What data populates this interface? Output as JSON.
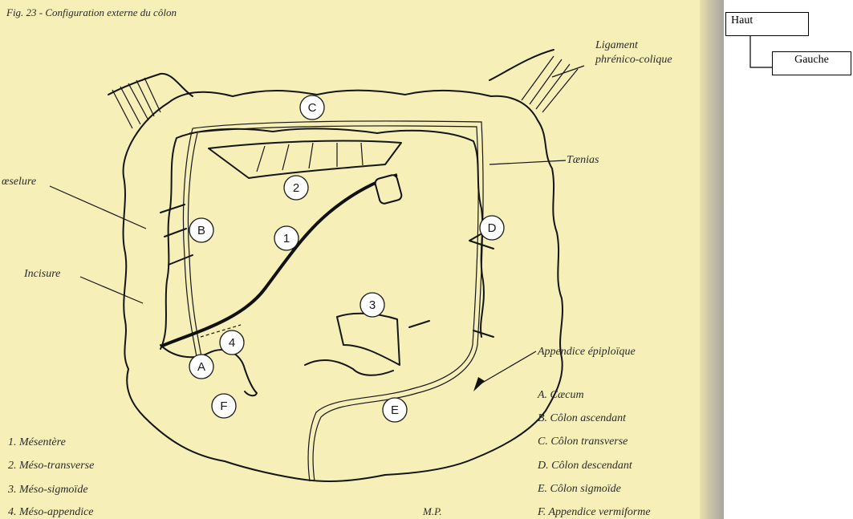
{
  "figure": {
    "title": "Fig. 23 - Configuration externe du côlon",
    "annotations": {
      "ligament_line1": "Ligament",
      "ligament_line2": "phrénico-colique",
      "taenias": "Tænias",
      "bosselure": "œselure",
      "incisure": "Incisure",
      "appendice_epiploique": "Appendice épiploïque",
      "author": "M.P."
    },
    "markers": {
      "A": "A",
      "B": "B",
      "C": "C",
      "D": "D",
      "E": "E",
      "F": "F",
      "n1": "1",
      "n2": "2",
      "n3": "3",
      "n4": "4"
    },
    "legend_left": [
      "1. Mésentère",
      "2. Méso-transverse",
      "3. Méso-sigmoïde",
      "4. Méso-appendice"
    ],
    "legend_right": [
      "A. Cæcum",
      "B. Côlon ascendant",
      "C. Côlon transverse",
      "D. Côlon descendant",
      "E. Côlon sigmoïde",
      "F. Appendice vermiforme"
    ]
  },
  "orientation": {
    "top_label": "Haut",
    "left_label": "Gauche"
  }
}
